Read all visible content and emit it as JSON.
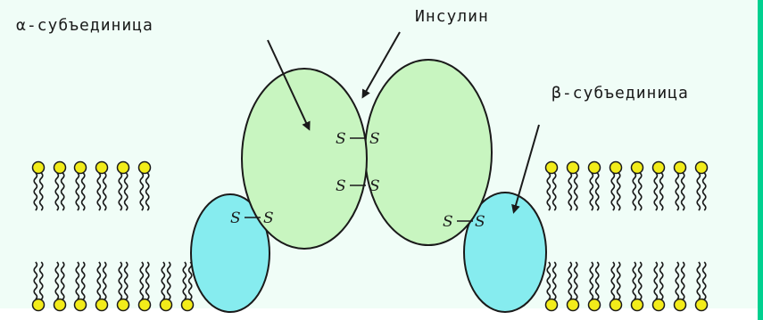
{
  "labels": {
    "alpha": "α-субъединица",
    "insulin": "Инсулин",
    "beta": "β-субъединица"
  },
  "bonds": {
    "s": "S"
  },
  "colors": {
    "alpha_fill": "#c8f5c0",
    "beta_fill": "#86ecef",
    "head_fill": "#f2ec1a",
    "outline": "#1a1a1a",
    "page_bg": "#f0fdf7",
    "edge": "#00d08f"
  }
}
